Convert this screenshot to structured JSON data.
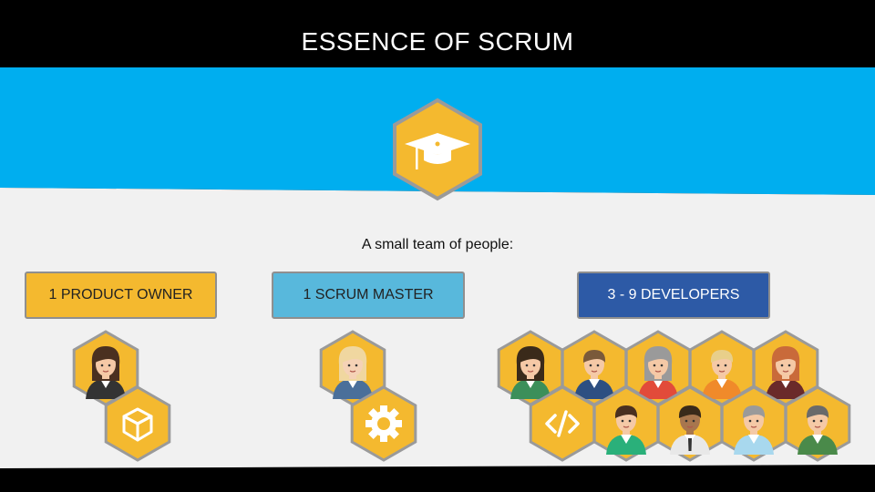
{
  "slide": {
    "title": "ESSENCE OF SCRUM",
    "subtitle": "A small team of people:"
  },
  "roles": [
    {
      "label": "1 PRODUCT OWNER",
      "color": "#f4b92f"
    },
    {
      "label": "1 SCRUM MASTER",
      "color": "#58b8dc"
    },
    {
      "label": "3 - 9 DEVELOPERS",
      "color": "#2d5aa6"
    }
  ],
  "icons": {
    "top": "graduation-cap-icon",
    "product_owner": [
      "person-icon",
      "box-icon"
    ],
    "scrum_master": [
      "person-icon",
      "gear-icon"
    ],
    "developers": [
      "person-icon",
      "code-icon"
    ]
  },
  "colors": {
    "banner": "#00aeef",
    "hex_fill": "#f4b92f",
    "hex_outline": "#9a9a9a",
    "panel": "#f1f1f1"
  }
}
